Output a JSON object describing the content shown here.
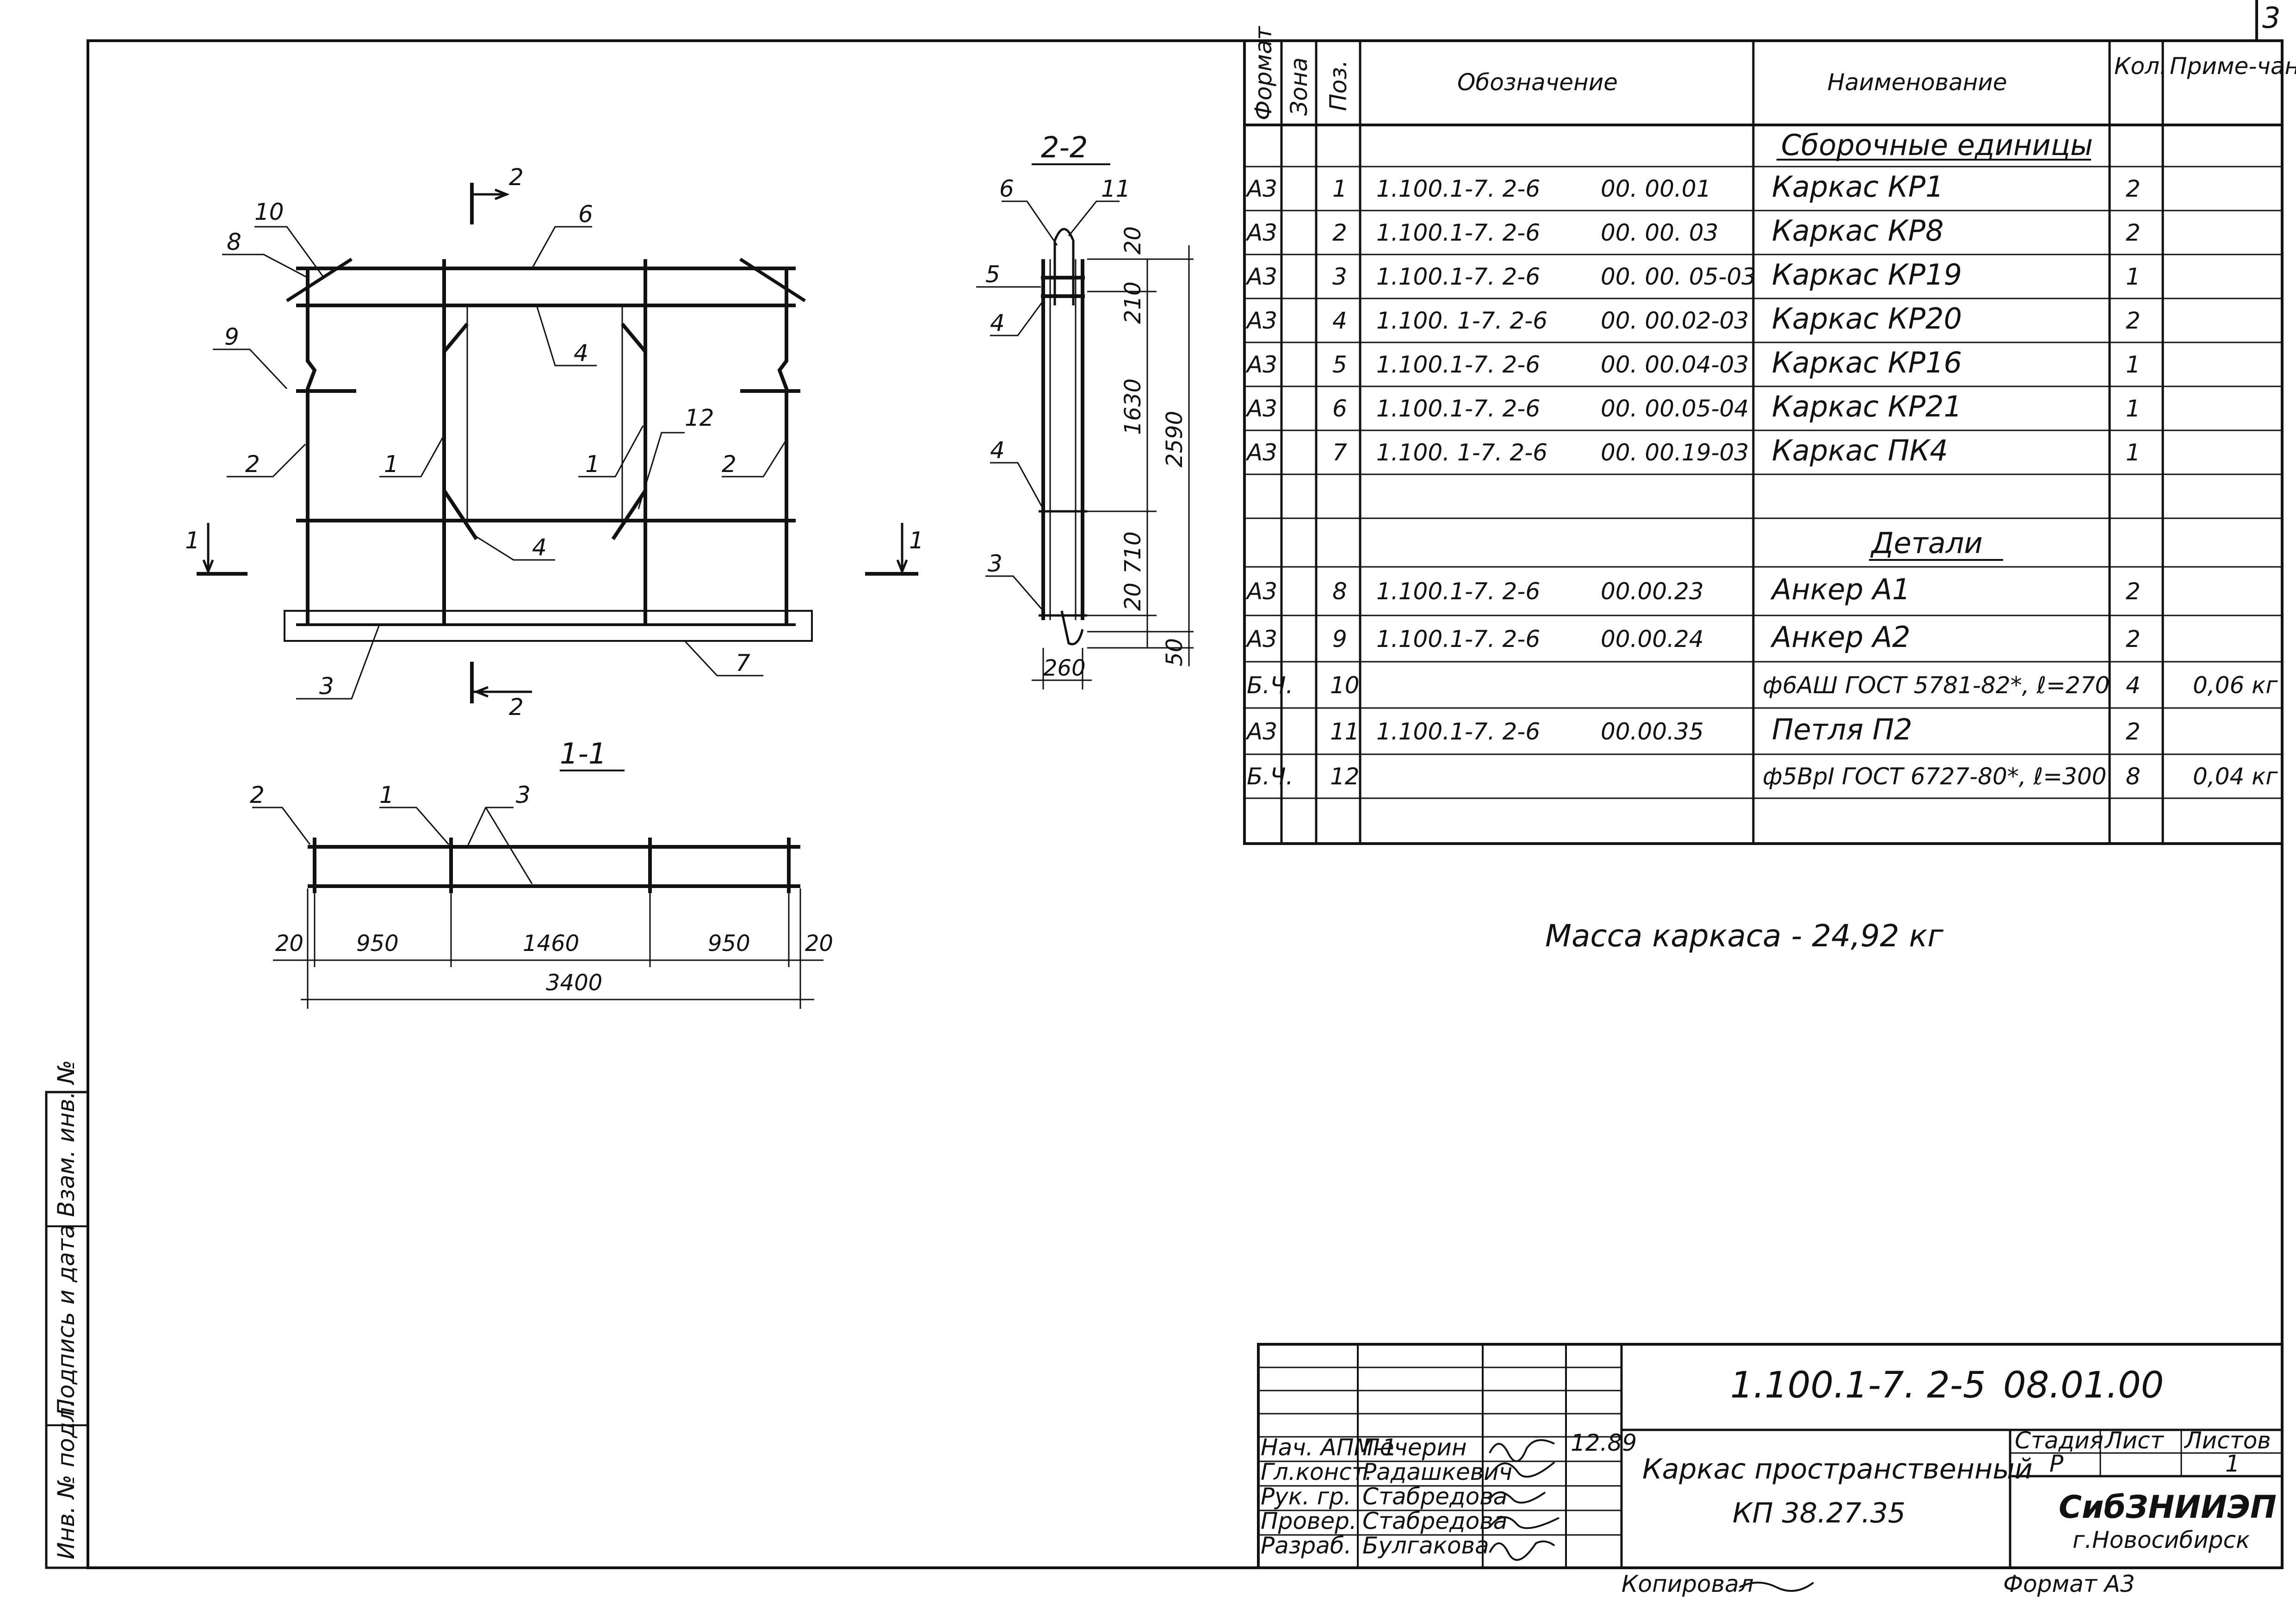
{
  "sheet_corner_number": "3",
  "section_marks": {
    "top": "2",
    "bottom": "2",
    "left": "1",
    "right": "1"
  },
  "plan_callouts": [
    "10",
    "8",
    "9",
    "2",
    "1",
    "1",
    "12",
    "2",
    "6",
    "4",
    "4",
    "3",
    "7"
  ],
  "section_11": {
    "title": "1-1",
    "callouts": [
      "2",
      "1",
      "3"
    ],
    "dims": [
      "20",
      "950",
      "1460",
      "950",
      "20"
    ],
    "total": "3400"
  },
  "section_22": {
    "title": "2-2",
    "callouts": [
      "6",
      "11",
      "5",
      "4",
      "4",
      "3"
    ],
    "dims_vertical": [
      "20",
      "210",
      "1630",
      "710",
      "20",
      "50"
    ],
    "dim_total": "2590",
    "dim_bottom": "260"
  },
  "spec_table": {
    "headers": {
      "format": "Формат",
      "zone": "Зона",
      "pos": "Поз.",
      "designation": "Обозначение",
      "name": "Наименование",
      "qty": "Кол.",
      "note": "Приме-чание"
    },
    "section_assemblies": "Сборочные единицы",
    "section_details": "Детали",
    "rows_assemblies": [
      {
        "format": "А3",
        "pos": "1",
        "doc": "1.100.1-7. 2-6",
        "code": "00. 00.01",
        "name": "Каркас  КР1",
        "qty": "2",
        "note": ""
      },
      {
        "format": "А3",
        "pos": "2",
        "doc": "1.100.1-7. 2-6",
        "code": "00. 00. 03",
        "name": "Каркас  КР8",
        "qty": "2",
        "note": ""
      },
      {
        "format": "А3",
        "pos": "3",
        "doc": "1.100.1-7. 2-6",
        "code": "00. 00. 05-03",
        "name": "Каркас  КР19",
        "qty": "1",
        "note": ""
      },
      {
        "format": "А3",
        "pos": "4",
        "doc": "1.100. 1-7. 2-6",
        "code": "00. 00.02-03",
        "name": "Каркас  КР20",
        "qty": "2",
        "note": ""
      },
      {
        "format": "А3",
        "pos": "5",
        "doc": "1.100.1-7. 2-6",
        "code": "00. 00.04-03",
        "name": "Каркас  КР16",
        "qty": "1",
        "note": ""
      },
      {
        "format": "А3",
        "pos": "6",
        "doc": "1.100.1-7. 2-6",
        "code": "00. 00.05-04",
        "name": "Каркас  КР21",
        "qty": "1",
        "note": ""
      },
      {
        "format": "А3",
        "pos": "7",
        "doc": "1.100. 1-7. 2-6",
        "code": "00. 00.19-03",
        "name": "Каркас  ПК4",
        "qty": "1",
        "note": ""
      }
    ],
    "rows_details": [
      {
        "format": "А3",
        "pos": "8",
        "doc": "1.100.1-7. 2-6",
        "code": "00.00.23",
        "name": "Анкер  А1",
        "qty": "2",
        "note": ""
      },
      {
        "format": "А3",
        "pos": "9",
        "doc": "1.100.1-7. 2-6",
        "code": "00.00.24",
        "name": "Анкер  А2",
        "qty": "2",
        "note": ""
      },
      {
        "format": "Б.Ч.",
        "pos": "10",
        "doc": "",
        "code": "",
        "name": "ф6АШ  ГОСТ 5781-82*, ℓ=270",
        "qty": "4",
        "note": "0,06 кг"
      },
      {
        "format": "А3",
        "pos": "11",
        "doc": "1.100.1-7. 2-6",
        "code": "00.00.35",
        "name": "Петля  П2",
        "qty": "2",
        "note": ""
      },
      {
        "format": "Б.Ч.",
        "pos": "12",
        "doc": "",
        "code": "",
        "name": "ф5ВрI  ГОСТ 6727-80*, ℓ=300",
        "qty": "8",
        "note": "0,04 кг"
      }
    ]
  },
  "mass_text": "Масса  каркаса - 24,92 кг",
  "side_stamp": [
    "Инв. № подл.",
    "Подпись и дата",
    "Взам. инв. №"
  ],
  "title_block": {
    "doc_number": "1.100.1-7. 2-5",
    "doc_suffix": "08.01.00",
    "title_line1": "Каркас  пространственный",
    "title_line2": "КП 38.27.35",
    "stage_label": "Стадия",
    "sheet_label": "Лист",
    "sheets_label": "Листов",
    "stage_value": "Р",
    "sheets_value": "1",
    "org": "СибЗНИИЭП",
    "city": "г.Новосибирск",
    "date": "12.89",
    "roles": [
      {
        "role": "Нач. АПМ-1",
        "name": "Печерин"
      },
      {
        "role": "Гл.конст.",
        "name": "Радашкевич"
      },
      {
        "role": "Рук. гр.",
        "name": "Стабредова"
      },
      {
        "role": "Провер.",
        "name": "Стабредова"
      },
      {
        "role": "Разраб.",
        "name": "Булгакова"
      }
    ],
    "copied": "Копировал",
    "format": "Формат А3"
  }
}
